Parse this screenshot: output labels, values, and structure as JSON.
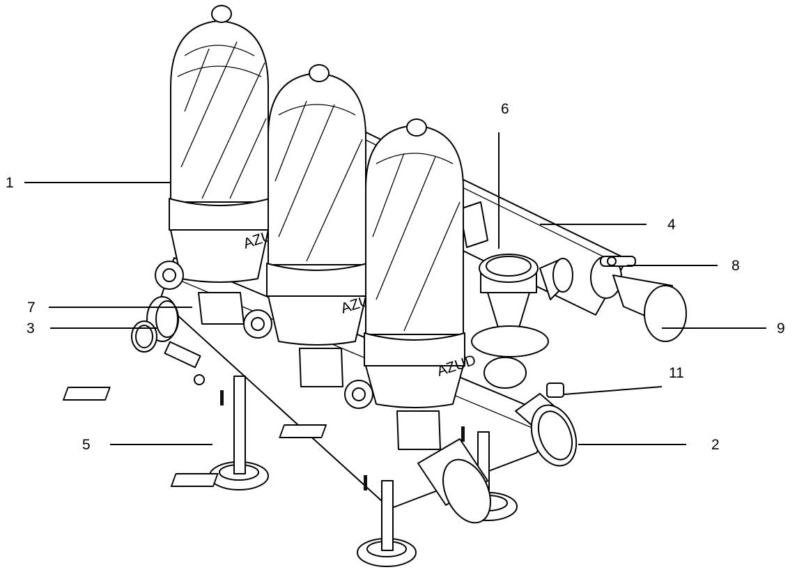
{
  "callouts": {
    "c1": "1",
    "c2": "2",
    "c3": "3",
    "c4": "4",
    "c5": "5",
    "c6": "6",
    "c7": "7",
    "c8": "8",
    "c9": "9",
    "c11": "11"
  },
  "filters": {
    "brand_mark": "AZUD"
  }
}
